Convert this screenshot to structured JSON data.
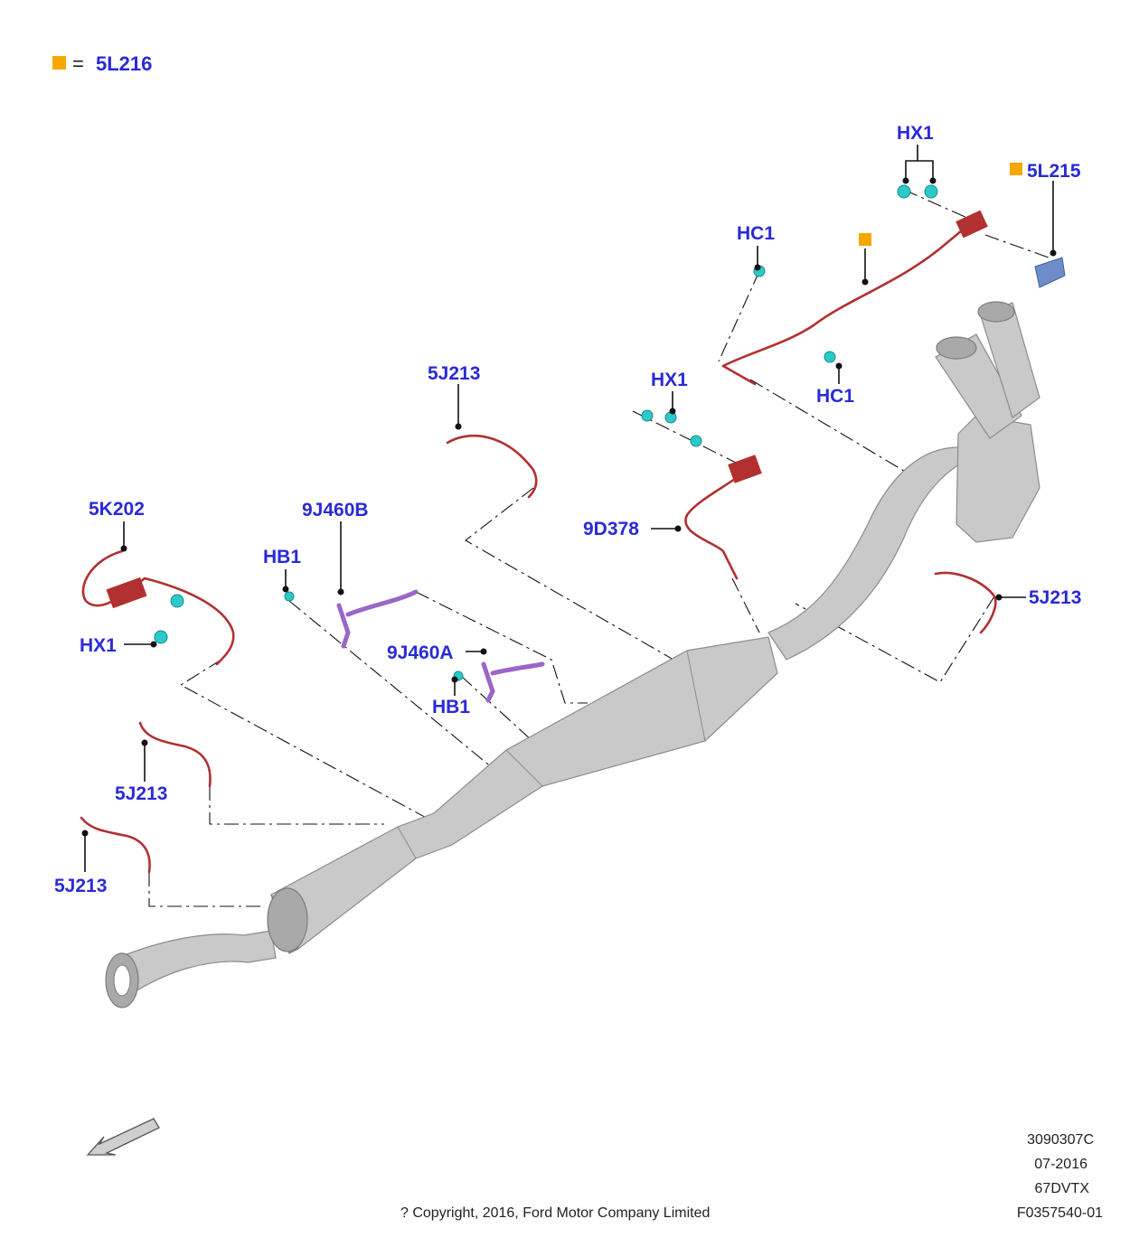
{
  "legend": {
    "marker_color": "#f7a800",
    "equals": "=",
    "code": "5L216"
  },
  "callouts": {
    "hx1_top": "HX1",
    "l5215": "5L215",
    "hc1_top": "HC1",
    "hc1_mid": "HC1",
    "hx1_mid": "HX1",
    "j5213_top": "5J213",
    "d9378": "9D378",
    "j5213_right": "5J213",
    "k5202": "5K202",
    "j9460b": "9J460B",
    "hb1_left": "HB1",
    "hx1_left": "HX1",
    "j9460a": "9J460A",
    "hb1_mid": "HB1",
    "j5213_lower": "5J213",
    "j5213_bottom": "5J213"
  },
  "footer": {
    "code1": "3090307C",
    "date": "07-2016",
    "engine": "67DVTX",
    "figure": "F0357540-01",
    "copyright": "? Copyright, 2016, Ford Motor Company Limited"
  },
  "colors": {
    "callout": "#2a2ad8",
    "wire": "#b23030",
    "clip": "#2fc8c8",
    "bracket": "#9a66c9",
    "pipe": "#c9c9c9"
  },
  "icons": [
    "front-direction-arrow-icon"
  ]
}
